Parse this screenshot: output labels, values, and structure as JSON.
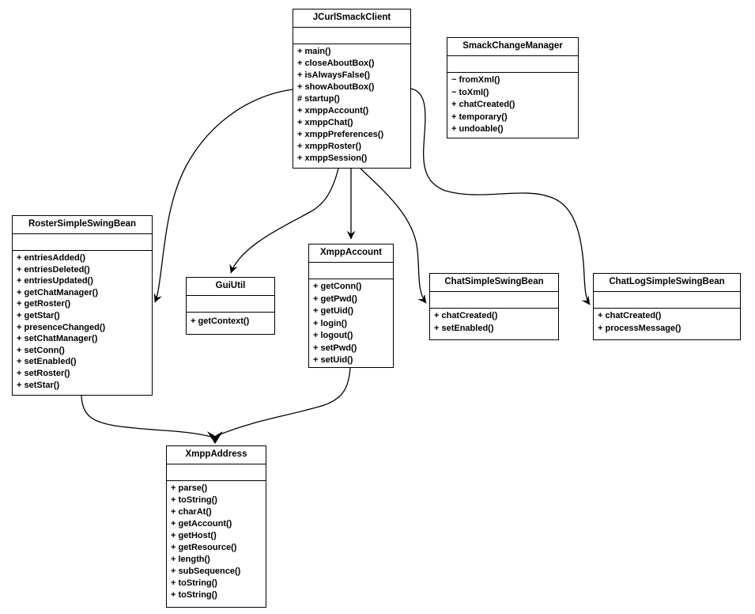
{
  "diagram": {
    "type": "uml-class-diagram",
    "colors": {
      "line": "#000000",
      "background": "#ffffff",
      "box_fill": "#ffffff",
      "text": "#000000"
    },
    "classes": [
      {
        "name": "JCurlSmackClient",
        "methods": [
          "+ main()",
          "+ closeAboutBox()",
          "+ isAlwaysFalse()",
          "+ showAboutBox()",
          "# startup()",
          "+ xmppAccount()",
          "+ xmppChat()",
          "+ xmppPreferences()",
          "+ xmppRoster()",
          "+ xmppSession()"
        ]
      },
      {
        "name": "SmackChangeManager",
        "methods": [
          "~ fromXml()",
          "~ toXml()",
          "+ chatCreated()",
          "+ temporary()",
          "+ undoable()"
        ]
      },
      {
        "name": "RosterSimpleSwingBean",
        "methods": [
          "+ entriesAdded()",
          "+ entriesDeleted()",
          "+ entriesUpdated()",
          "+ getChatManager()",
          "+ getRoster()",
          "+ getStar()",
          "+ presenceChanged()",
          "+ setChatManager()",
          "+ setConn()",
          "+ setEnabled()",
          "+ setRoster()",
          "+ setStar()"
        ]
      },
      {
        "name": "GuiUtil",
        "methods": [
          "+ getContext()"
        ]
      },
      {
        "name": "XmppAccount",
        "methods": [
          "+ getConn()",
          "+ getPwd()",
          "+ getUid()",
          "+ login()",
          "+ logout()",
          "+ setPwd()",
          "+ setUid()"
        ]
      },
      {
        "name": "ChatSimpleSwingBean",
        "methods": [
          "+ chatCreated()",
          "+ setEnabled()"
        ]
      },
      {
        "name": "ChatLogSimpleSwingBean",
        "methods": [
          "+ chatCreated()",
          "+ processMessage()"
        ]
      },
      {
        "name": "XmppAddress",
        "methods": [
          "+ parse()",
          "+ toString()",
          "+ charAt()",
          "+ getAccount()",
          "+ getHost()",
          "+ getResource()",
          "+ length()",
          "+ subSequence()",
          "+ toString()",
          "+ toString()"
        ]
      }
    ],
    "edges": [
      {
        "from": "JCurlSmackClient",
        "to": "RosterSimpleSwingBean"
      },
      {
        "from": "JCurlSmackClient",
        "to": "GuiUtil"
      },
      {
        "from": "JCurlSmackClient",
        "to": "XmppAccount"
      },
      {
        "from": "JCurlSmackClient",
        "to": "ChatSimpleSwingBean"
      },
      {
        "from": "JCurlSmackClient",
        "to": "ChatLogSimpleSwingBean"
      },
      {
        "from": "RosterSimpleSwingBean",
        "to": "XmppAddress"
      },
      {
        "from": "XmppAccount",
        "to": "XmppAddress"
      }
    ]
  }
}
